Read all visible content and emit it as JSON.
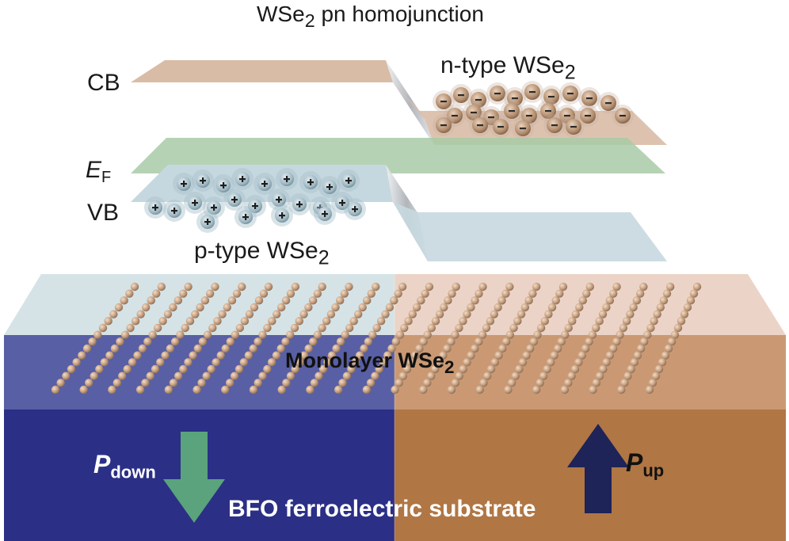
{
  "title": {
    "main": "WSe",
    "sub": "2",
    "rest": " pn homojunction"
  },
  "bands": {
    "cb": "CB",
    "ef_main": "E",
    "ef_sub": "F",
    "vb": "VB"
  },
  "regions": {
    "n_type_main": "n-type WSe",
    "n_type_sub": "2",
    "p_type_main": "p-type WSe",
    "p_type_sub": "2"
  },
  "layer": {
    "main": "Monolayer WSe",
    "sub": "2"
  },
  "substrate": {
    "label": "BFO ferroelectric substrate"
  },
  "polarization": {
    "down_main": "P",
    "down_sub": "down",
    "up_main": "P",
    "up_sub": "up"
  },
  "carriers": {
    "electron_symbol": "−",
    "hole_symbol": "+"
  },
  "colors": {
    "cb_band": "#d7b9a2",
    "ef_band": "#a9cba8",
    "vb_band": "#c6d9e0",
    "left_substrate": "#2b2f86",
    "right_substrate": "#b07644",
    "arrow_down": "#5aa37c",
    "arrow_up": "#1e2358",
    "atoms": "#c9a384"
  }
}
